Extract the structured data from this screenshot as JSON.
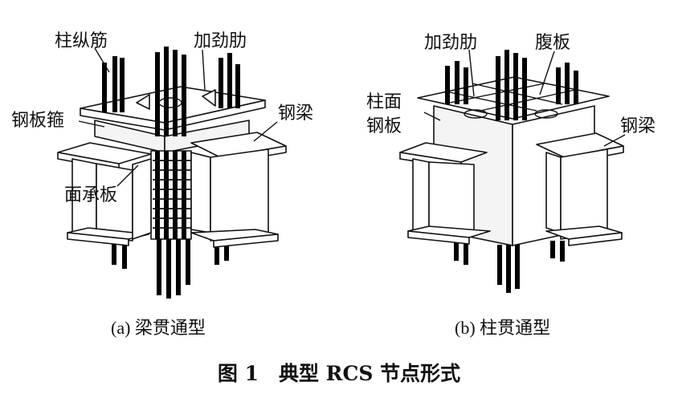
{
  "figure": {
    "caption": "图 1　典型 RCS 节点形式"
  },
  "panel_a": {
    "subcaption": "(a) 梁贯通型",
    "labels": {
      "column_rebar": "柱纵筋",
      "stiffener": "加劲肋",
      "steel_hoop": "钢板箍",
      "steel_beam": "钢梁",
      "face_plate": "面承板"
    }
  },
  "panel_b": {
    "subcaption": "(b) 柱贯通型",
    "labels": {
      "stiffener": "加劲肋",
      "web_plate": "腹板",
      "column_face_plate_line1": "柱面",
      "column_face_plate_line2": "钢板",
      "steel_beam": "钢梁"
    }
  }
}
